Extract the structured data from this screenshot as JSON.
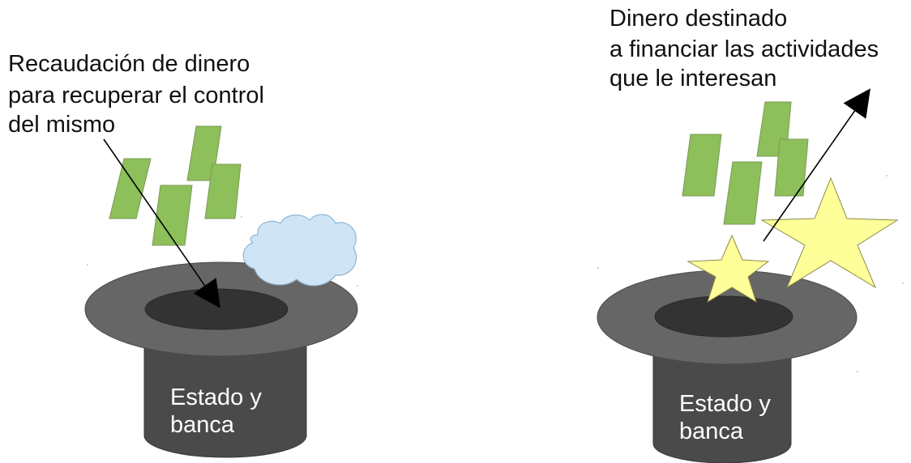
{
  "left_panel": {
    "caption_lines": [
      "Recaudación de dinero",
      "para recuperar el control",
      "del mismo"
    ],
    "hat_label_lines": [
      "Estado y",
      "banca"
    ]
  },
  "right_panel": {
    "caption_lines": [
      "Dinero destinado",
      "a financiar las actividades",
      "que le interesan"
    ],
    "hat_label_lines": [
      "Estado y",
      "banca"
    ]
  },
  "colors": {
    "hat_body": "#4a4a4a",
    "hat_brim": "#666666",
    "hat_opening": "#333333",
    "banknote": "#8dbf5a",
    "cloud": "#cfe5f5",
    "star": "#ffff99",
    "arrow": "#000000"
  }
}
